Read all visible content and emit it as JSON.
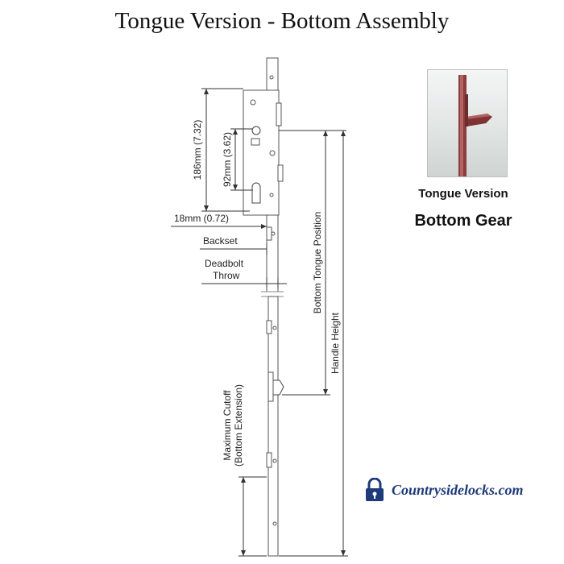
{
  "title": "Tongue Version - Bottom Assembly",
  "diagram": {
    "dim_186": "186mm (7.32)",
    "dim_92": "92mm (3.62)",
    "dim_18": "18mm (0.72)",
    "backset": "Backset",
    "deadbolt_line1": "Deadbolt",
    "deadbolt_line2": "Throw",
    "bottom_tongue_position": "Bottom Tongue Position",
    "handle_height": "Handle Height",
    "max_cutoff_line1": "Maximum Cutoff",
    "max_cutoff_line2": "(Bottom Extension)"
  },
  "side_panel": {
    "caption": "Tongue Version",
    "subcaption": "Bottom Gear",
    "photo_icon": "tongue-gear-photo"
  },
  "brand": {
    "text": "Countrysidelocks.com",
    "icon": "padlock-icon",
    "color": "#1f3a7a"
  }
}
